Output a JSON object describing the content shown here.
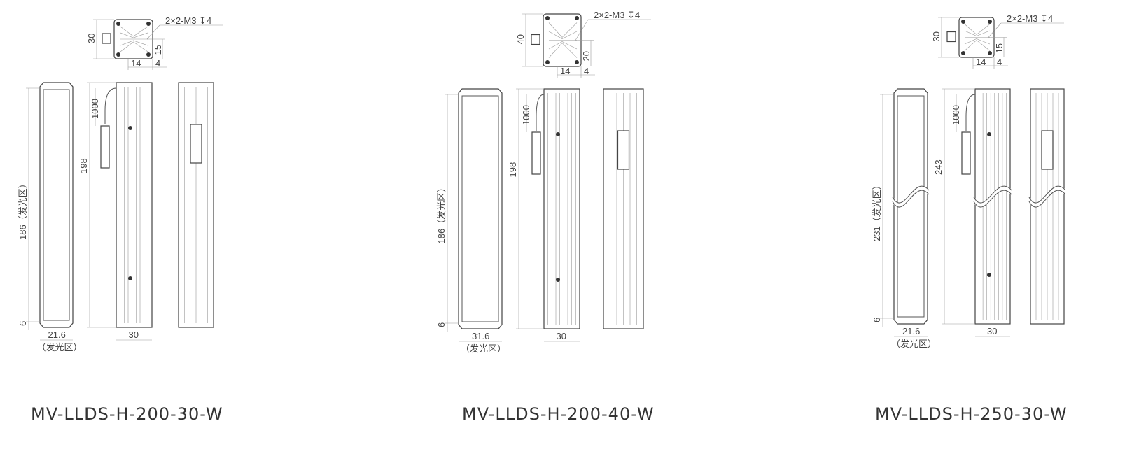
{
  "models": [
    {
      "name": "MV-LLDS-H-200-30-W",
      "hole_note": "2×2-M3 ↧4",
      "top_height": "30",
      "top_offset": "15",
      "top_width_a": "14",
      "top_width_b": "4",
      "cable_length": "1000",
      "emitting_length": "186（发光区）",
      "total_length": "198",
      "end_margin": "6",
      "emitting_width": "21.6",
      "emitting_width_note": "（发光区）",
      "body_width": "30"
    },
    {
      "name": "MV-LLDS-H-200-40-W",
      "hole_note": "2×2-M3 ↧4",
      "top_height": "40",
      "top_offset": "20",
      "top_width_a": "14",
      "top_width_b": "4",
      "cable_length": "1000",
      "emitting_length": "186（发光区）",
      "total_length": "198",
      "end_margin": "6",
      "emitting_width": "31.6",
      "emitting_width_note": "（发光区）",
      "body_width": "30"
    },
    {
      "name": "MV-LLDS-H-250-30-W",
      "hole_note": "2×2-M3 ↧4",
      "top_height": "30",
      "top_offset": "15",
      "top_width_a": "14",
      "top_width_b": "4",
      "cable_length": "1000",
      "emitting_length": "231（发光区）",
      "total_length": "243",
      "end_margin": "6",
      "emitting_width": "21.6",
      "emitting_width_note": "（发光区）",
      "body_width": "30"
    }
  ]
}
